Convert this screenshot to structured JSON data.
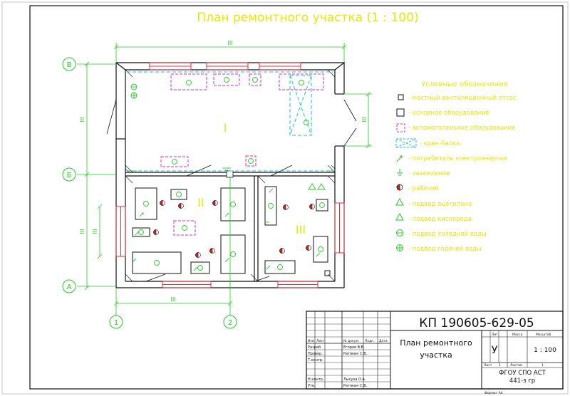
{
  "drawing": {
    "title": "План ремонтного участка (1 : 100)",
    "zones": [
      "I",
      "II",
      "III"
    ],
    "axes": {
      "rows": [
        "В",
        "Б",
        "А"
      ],
      "cols": [
        "1",
        "2"
      ]
    },
    "dimensions": {
      "top": "III",
      "bottom": "III",
      "left_upper": "III",
      "left_lower": "III",
      "right_door": "III",
      "inner_left": "III"
    }
  },
  "legend": {
    "title": "Условные обозначения",
    "items": [
      {
        "icon": "ventilation-icon",
        "label": "- местный вентиляционный отсос"
      },
      {
        "icon": "main-equipment-icon",
        "label": "- основное оборудование"
      },
      {
        "icon": "aux-equipment-icon",
        "label": "- вспомогательное оборудование"
      },
      {
        "icon": "crane-beam-icon",
        "label": "- кран-балка"
      },
      {
        "icon": "power-consumer-icon",
        "label": "- потребитель электроэнергии"
      },
      {
        "icon": "ground-icon",
        "label": "- заземление"
      },
      {
        "icon": "worker-icon",
        "label": "- рабочий"
      },
      {
        "icon": "acetylene-icon",
        "label": "- подвод ацетилена"
      },
      {
        "icon": "oxygen-icon",
        "label": "- подвод кислорода"
      },
      {
        "icon": "cold-water-icon",
        "label": "- подвод холодной воды"
      },
      {
        "icon": "hot-water-icon",
        "label": "- подвод горячей воды"
      }
    ]
  },
  "title_block": {
    "code": "КП 190605-629-05",
    "name_line1": "План ремонтного",
    "name_line2": "участка",
    "stage": "У",
    "scale": "1 : 100",
    "org_line1": "ФГОУ СПО АСТ",
    "org_line2": "441-з гр",
    "col_headers": [
      "Изм",
      "Лист",
      "№ докум.",
      "Подп.",
      "Дата"
    ],
    "roles": [
      {
        "role": "Разраб.",
        "name": "Егоров В.В."
      },
      {
        "role": "Провер.",
        "name": "Ратякин С.В."
      },
      {
        "role": "Т.контр.",
        "name": ""
      },
      {
        "role": "Н.контр.",
        "name": "Лысуха О.А."
      },
      {
        "role": "Утв.",
        "name": "Ратякин С.В."
      }
    ],
    "meta_headers": [
      "Лит.",
      "Масса",
      "Масштаб"
    ],
    "sheet_row": [
      "Лист",
      "1",
      "Листов",
      "1"
    ],
    "format": "Формат А4"
  }
}
